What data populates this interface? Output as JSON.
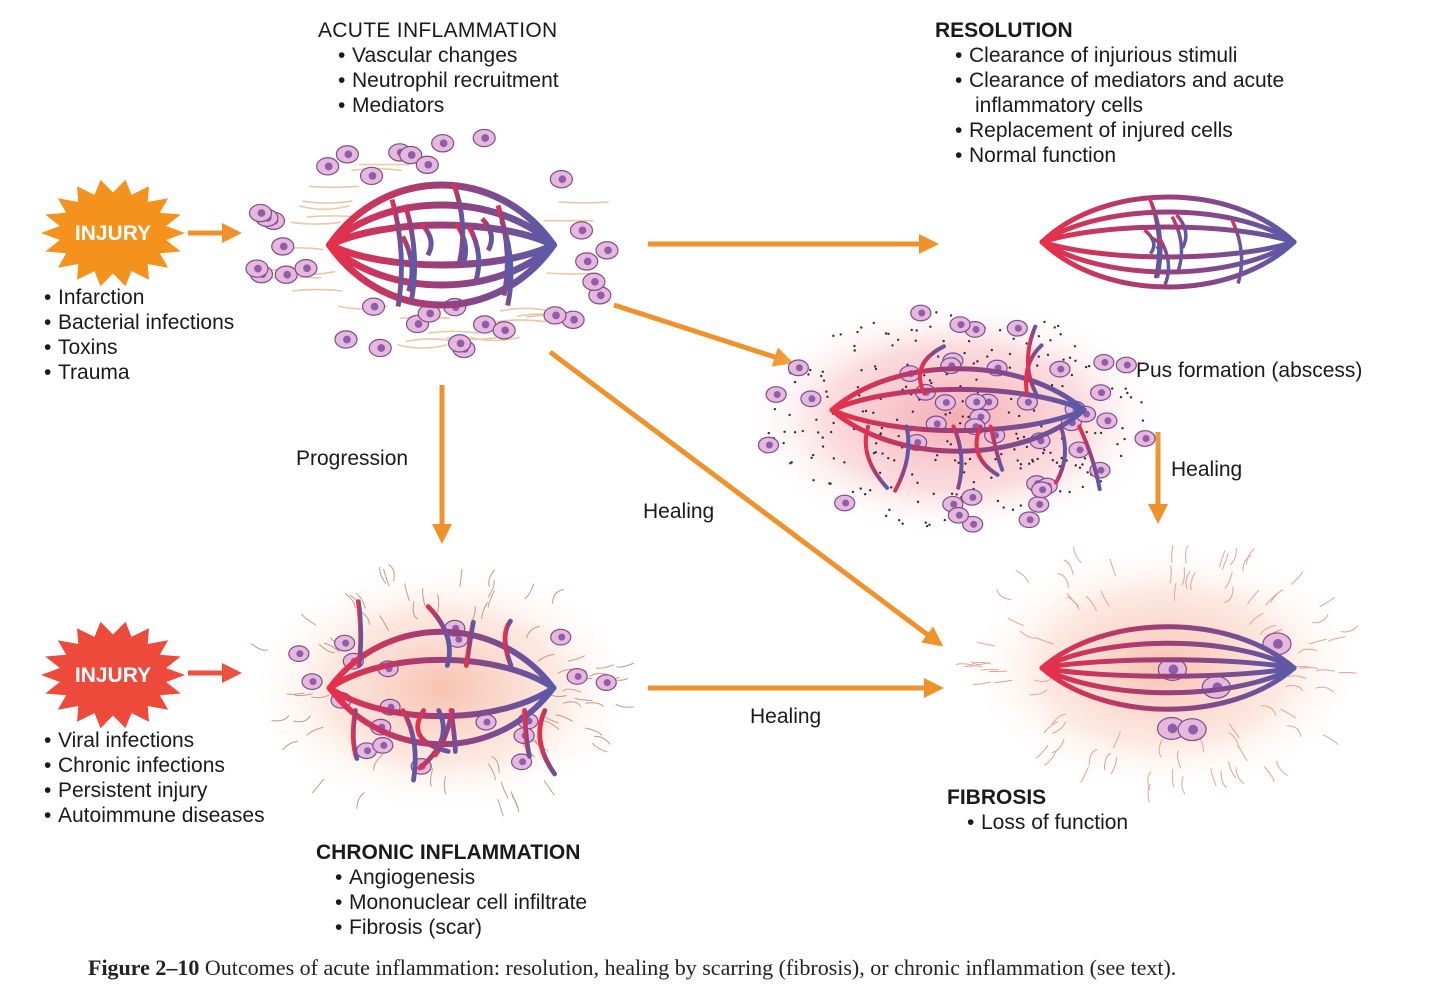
{
  "acute": {
    "title": "ACUTE INFLAMMATION",
    "items": [
      "Vascular changes",
      "Neutrophil recruitment",
      "Mediators"
    ]
  },
  "resolution": {
    "title": "RESOLUTION",
    "items": [
      "Clearance of injurious stimuli",
      "Clearance of mediators and acute",
      "inflammatory cells",
      "Replacement of injured cells",
      "Normal function"
    ]
  },
  "injury_top": {
    "label": "INJURY",
    "items": [
      "Infarction",
      "Bacterial infections",
      "Toxins",
      "Trauma"
    ]
  },
  "injury_bottom": {
    "label": "INJURY",
    "items": [
      "Viral infections",
      "Chronic infections",
      "Persistent injury",
      "Autoimmune diseases"
    ]
  },
  "pus": {
    "label": "Pus formation (abscess)"
  },
  "chronic": {
    "title": "CHRONIC INFLAMMATION",
    "items": [
      "Angiogenesis",
      "Mononuclear cell infiltrate",
      "Fibrosis (scar)"
    ]
  },
  "fibrosis": {
    "title": "FIBROSIS",
    "items": [
      "Loss of function"
    ]
  },
  "arrows": {
    "progression": "Progression",
    "healing_diagonal": "Healing",
    "healing_right": "Healing",
    "healing_bottom": "Healing"
  },
  "caption": {
    "figure": "Figure 2–10",
    "text": "Outcomes of acute inflammation: resolution, healing by scarring (fibrosis), or chronic inflammation (see text)."
  },
  "colors": {
    "arrow": "#f0922b",
    "arrow_red": "#e8523f",
    "artery": "#e8304a",
    "vein": "#5b5aa8",
    "injury_orange": "#f5921e",
    "injury_red": "#ee4a3c",
    "cell_fill": "#e8b8dc",
    "cell_nucleus": "#8c5fa8"
  }
}
